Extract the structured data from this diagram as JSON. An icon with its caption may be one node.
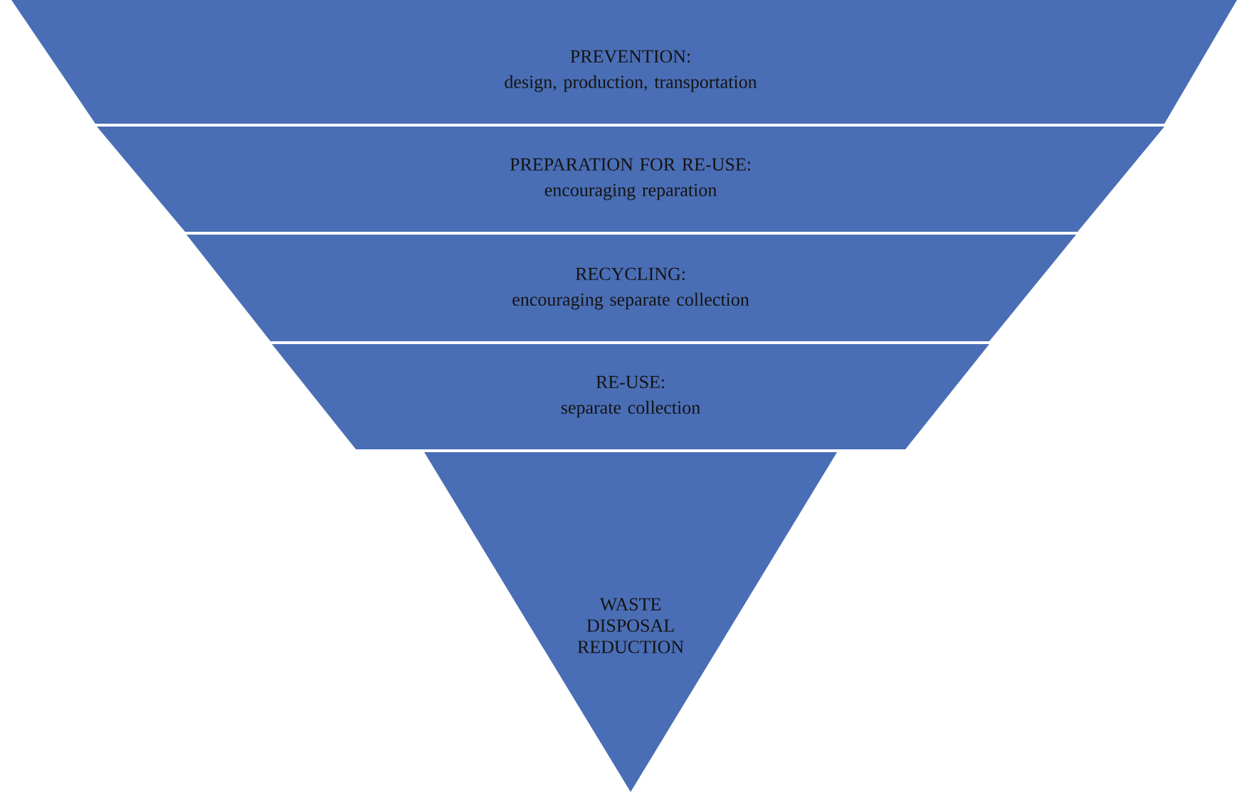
{
  "diagram": {
    "nodes": [
      {
        "text": [
          "PREVENTION:",
          "design, production, transportation"
        ]
      },
      {
        "text": [
          "PREPARATION FOR RE-USE:",
          "encouraging reparation"
        ]
      },
      {
        "text": [
          "RECYCLING:",
          "encouraging separate collection"
        ]
      },
      {
        "text": [
          "RE-USE:",
          "separate collection"
        ]
      },
      {
        "text": [
          "WASTE DISPOSAL REDUCTION"
        ]
      }
    ]
  }
}
